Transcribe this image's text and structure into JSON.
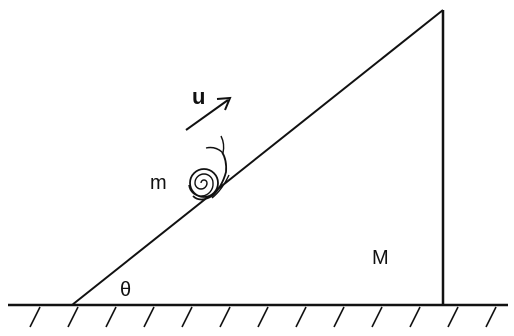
{
  "diagram": {
    "labels": {
      "velocity": "u",
      "small_mass": "m",
      "wedge_mass": "M",
      "angle": "θ"
    },
    "objects": {
      "wedge": "right-triangle-wedge",
      "body_on_incline": "snail-icon",
      "ground": "hatched-ground"
    },
    "colors": {
      "ink": "#111111",
      "background": "#ffffff"
    }
  }
}
